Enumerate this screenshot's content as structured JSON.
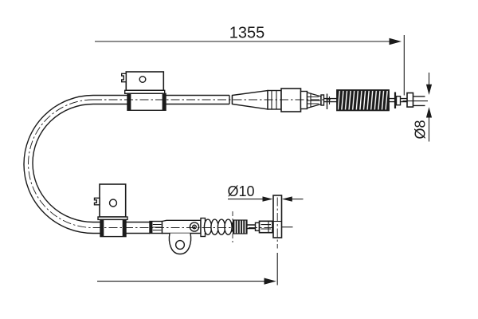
{
  "drawing": {
    "background_color": "#ffffff",
    "line_color": "#1b1b1b",
    "dimensions": {
      "overall_length": {
        "label": "1355"
      },
      "cable_end_diameter": {
        "label": "Ø8"
      },
      "abutment_diameter": {
        "label": "Ø10"
      }
    }
  }
}
